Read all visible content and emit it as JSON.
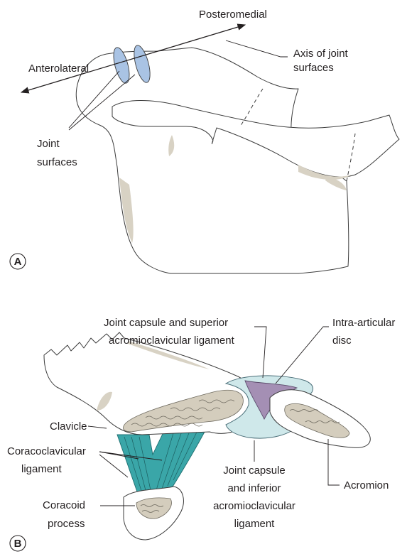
{
  "panel_a": {
    "letter": "A",
    "labels": {
      "posteromedial": "Posteromedial",
      "anterolateral": "Anterolateral",
      "axis_line1": "Axis of joint",
      "axis_line2": "surfaces",
      "joint_line1": "Joint",
      "joint_line2": "surfaces"
    }
  },
  "panel_b": {
    "letter": "B",
    "labels": {
      "capsule_sup_line1": "Joint capsule and superior",
      "capsule_sup_line2": "acromioclavicular ligament",
      "disc_line1": "Intra-articular",
      "disc_line2": "disc",
      "clavicle": "Clavicle",
      "coracoclav_line1": "Coracoclavicular",
      "coracoclav_line2": "ligament",
      "coracoid_line1": "Coracoid",
      "coracoid_line2": "process",
      "capsule_inf_line1": "Joint capsule",
      "capsule_inf_line2": "and inferior",
      "capsule_inf_line3": "acromioclavicular",
      "capsule_inf_line4": "ligament",
      "acromion": "Acromion"
    }
  },
  "colors": {
    "joint_surface": "#a9c3e4",
    "capsule": "#cfe8ea",
    "disc": "#a48fb4",
    "ligament": "#3aa6a8",
    "bone_shading": "#d8d2c4"
  }
}
